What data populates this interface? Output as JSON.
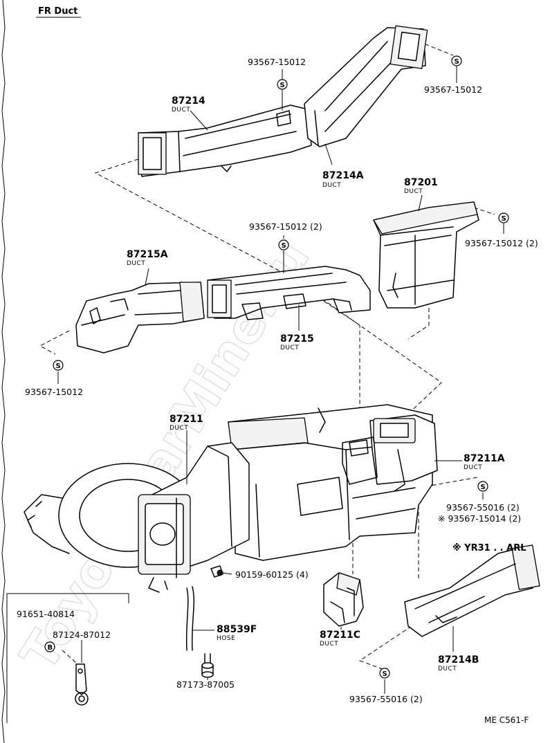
{
  "title": "FR Duct",
  "watermark": "ToyotaCarMine.ru",
  "diagram_code": "ME C561-F",
  "note_label": "※ YR31 . . ARL",
  "sub_label": "DUCT",
  "hose_label": "HOSE",
  "symbol_s": "S",
  "symbol_b": "B",
  "parts": {
    "p87214": {
      "number": "87214",
      "name": "DUCT"
    },
    "p87214A": {
      "number": "87214A",
      "name": "DUCT"
    },
    "p87201": {
      "number": "87201",
      "name": "DUCT"
    },
    "p87215A": {
      "number": "87215A",
      "name": "DUCT"
    },
    "p87215": {
      "number": "87215",
      "name": "DUCT"
    },
    "p87211": {
      "number": "87211",
      "name": "DUCT"
    },
    "p87211A": {
      "number": "87211A",
      "name": "DUCT"
    },
    "p87211C": {
      "number": "87211C",
      "name": "DUCT"
    },
    "p87214B": {
      "number": "87214B",
      "name": "DUCT"
    },
    "p88539F": {
      "number": "88539F",
      "name": "HOSE"
    }
  },
  "fasteners": {
    "f1": "93567-15012",
    "f2": "93567-15012",
    "f3": "93567-15012 (2)",
    "f4": "93567-15012 (2)",
    "f5": "93567-15012",
    "f6": "93567-55016 (2)",
    "f7": "※ 93567-15014 (2)",
    "f8": "90159-60125 (4)",
    "f9": "93567-55016 (2)",
    "f10": "91651-40814",
    "f11": "87124-87012",
    "f12": "87173-87005"
  }
}
